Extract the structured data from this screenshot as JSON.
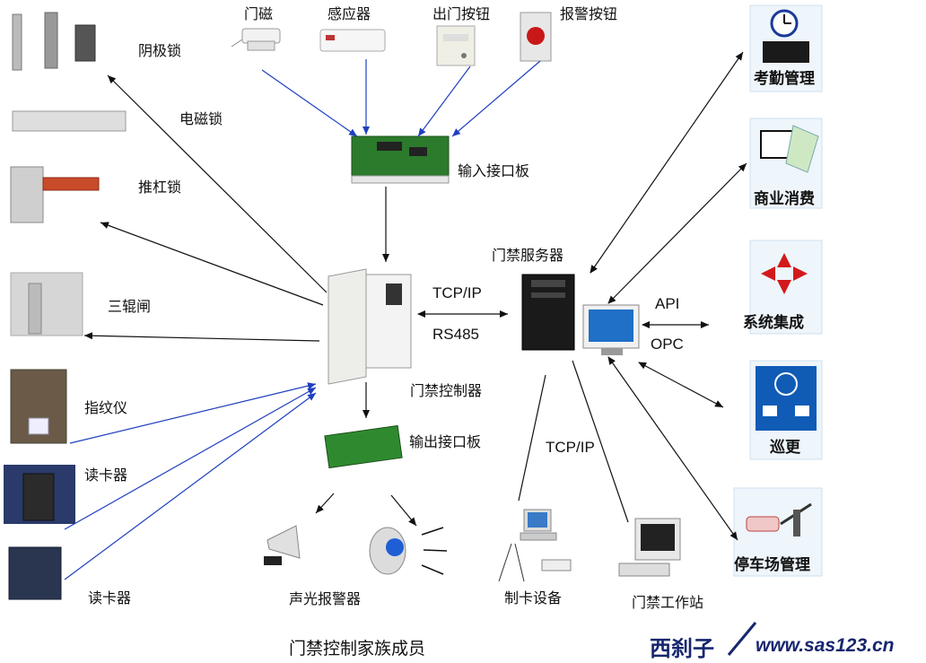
{
  "inputs": {
    "door_sensor": "门磁",
    "sensor": "感应器",
    "exit_button": "出门按钮",
    "alarm_button": "报警按钮"
  },
  "boards": {
    "input_board": "输入接口板",
    "output_board": "输出接口板"
  },
  "locks": {
    "strike_lock": "阴极锁",
    "magnetic_lock": "电磁锁",
    "push_bar_lock": "推杠锁",
    "turnstile": "三辊闸"
  },
  "readers": {
    "fingerprint": "指纹仪",
    "reader1": "读卡器",
    "reader2": "读卡器"
  },
  "center": {
    "controller": "门禁控制器",
    "server": "门禁服务器",
    "protocol_top": "TCP/IP",
    "protocol_bottom": "RS485",
    "api": "API",
    "opc": "OPC",
    "tcpip_lower": "TCP/IP"
  },
  "outputs": {
    "alarm": "声光报警器",
    "card_device": "制卡设备",
    "workstation": "门禁工作站"
  },
  "systems": {
    "attendance": "考勤管理",
    "consumption": "商业消费",
    "integration": "系统集成",
    "patrol": "巡更",
    "parking": "停车场管理"
  },
  "footer": {
    "title": "门禁控制家族成员",
    "watermark_cn": "西刹子",
    "watermark_url": "www.sas123.cn"
  },
  "colors": {
    "blue_arrow": "#1f3fbf",
    "black_arrow": "#111111",
    "tile_bg": "#eef5fb"
  }
}
